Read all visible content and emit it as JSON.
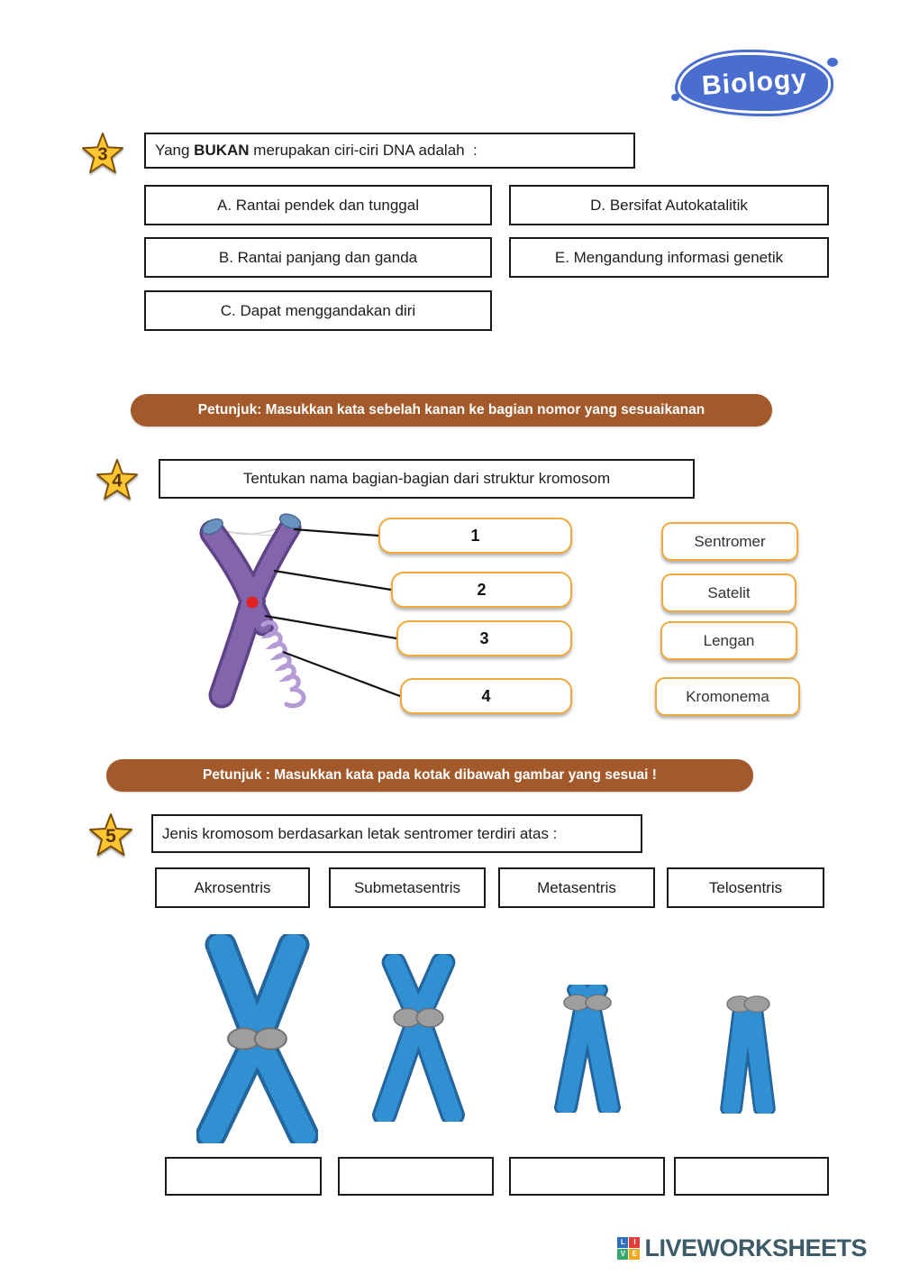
{
  "logo": {
    "text": "Biology"
  },
  "q3": {
    "number": "3",
    "q_prefix": "Yang ",
    "q_bold": "BUKAN",
    "q_suffix": " merupakan ciri-ciri DNA adalah  :",
    "options": [
      "A. Rantai pendek dan tunggal",
      "B. Rantai panjang dan ganda",
      "C. Dapat menggandakan diri",
      "D. Bersifat Autokatalitik",
      "E. Mengandung informasi genetik"
    ]
  },
  "banner1": "Petunjuk: Masukkan kata sebelah  kanan ke bagian nomor yang sesuaikanan",
  "q4": {
    "number": "4",
    "question": "Tentukan nama bagian-bagian dari struktur kromosom",
    "slots": [
      "1",
      "2",
      "3",
      "4"
    ],
    "word_bank": [
      "Sentromer",
      "Satelit",
      "Lengan",
      "Kromonema"
    ]
  },
  "banner2": "Petunjuk : Masukkan kata pada kotak dibawah gambar yang sesuai !",
  "q5": {
    "number": "5",
    "question": "Jenis kromosom berdasarkan letak sentromer terdiri atas :",
    "terms": [
      "Akrosentris",
      "Submetasentris",
      "Metasentris",
      "Telosentris"
    ],
    "figures": [
      "metasentris-chromosome",
      "submetasentris-chromosome",
      "akrosentris-chromosome",
      "telosentris-chromosome"
    ],
    "answers": [
      "",
      "",
      "",
      ""
    ]
  },
  "footer": {
    "blocks": [
      "L",
      "I",
      "V",
      "E"
    ],
    "brand": "LIVEWORKSHEETS"
  },
  "colors": {
    "banner_brown": "#A4592B",
    "accent_orange": "#F2A93B",
    "logo_blue": "#4A6ED0",
    "chromosome_blue": "#2E86C6",
    "chromosome_purple": "#7B5CA6",
    "star_gold": "#FFC633",
    "footer_text": "#3D5A68"
  }
}
